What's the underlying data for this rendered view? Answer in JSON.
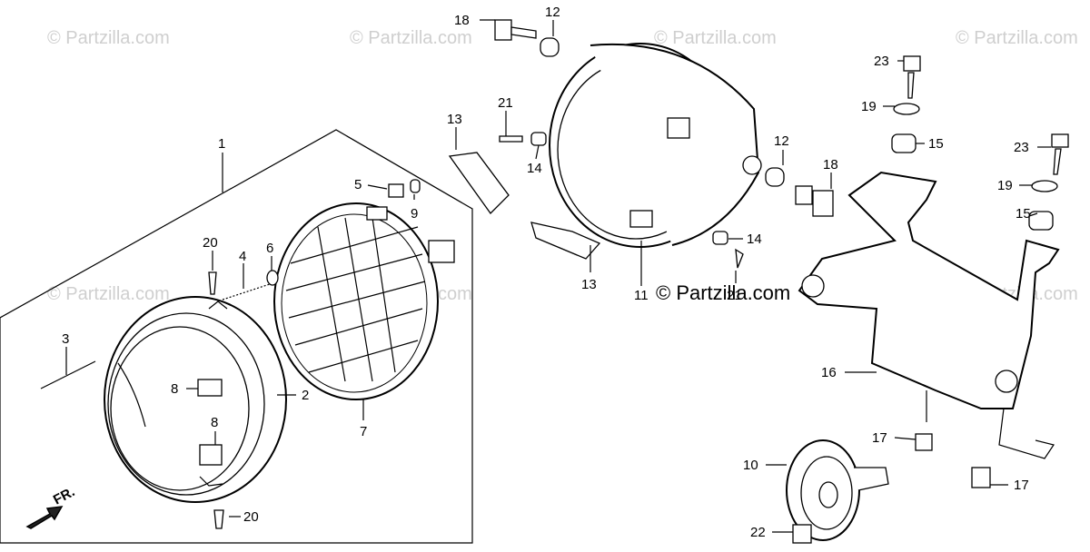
{
  "watermark": "© Partzilla.com",
  "direction_marker": "FR.",
  "callouts": [
    {
      "id": "c18a",
      "num": "18"
    },
    {
      "id": "c12a",
      "num": "12"
    },
    {
      "id": "c21a",
      "num": "21"
    },
    {
      "id": "c13a",
      "num": "13"
    },
    {
      "id": "c14a",
      "num": "14"
    },
    {
      "id": "c1",
      "num": "1"
    },
    {
      "id": "c5",
      "num": "5"
    },
    {
      "id": "c9",
      "num": "9"
    },
    {
      "id": "c20a",
      "num": "20"
    },
    {
      "id": "c4",
      "num": "4"
    },
    {
      "id": "c6",
      "num": "6"
    },
    {
      "id": "c3",
      "num": "3"
    },
    {
      "id": "c8a",
      "num": "8"
    },
    {
      "id": "c2",
      "num": "2"
    },
    {
      "id": "c8b",
      "num": "8"
    },
    {
      "id": "c7",
      "num": "7"
    },
    {
      "id": "c20b",
      "num": "20"
    },
    {
      "id": "c13b",
      "num": "13"
    },
    {
      "id": "c11",
      "num": "11"
    },
    {
      "id": "c12b",
      "num": "12"
    },
    {
      "id": "c18b",
      "num": "18"
    },
    {
      "id": "c14b",
      "num": "14"
    },
    {
      "id": "c21b",
      "num": "21"
    },
    {
      "id": "c23a",
      "num": "23"
    },
    {
      "id": "c19a",
      "num": "19"
    },
    {
      "id": "c15a",
      "num": "15"
    },
    {
      "id": "c23b",
      "num": "23"
    },
    {
      "id": "c19b",
      "num": "19"
    },
    {
      "id": "c15b",
      "num": "15"
    },
    {
      "id": "c16",
      "num": "16"
    },
    {
      "id": "c17a",
      "num": "17"
    },
    {
      "id": "c10",
      "num": "10"
    },
    {
      "id": "c17b",
      "num": "17"
    },
    {
      "id": "c22",
      "num": "22"
    }
  ]
}
